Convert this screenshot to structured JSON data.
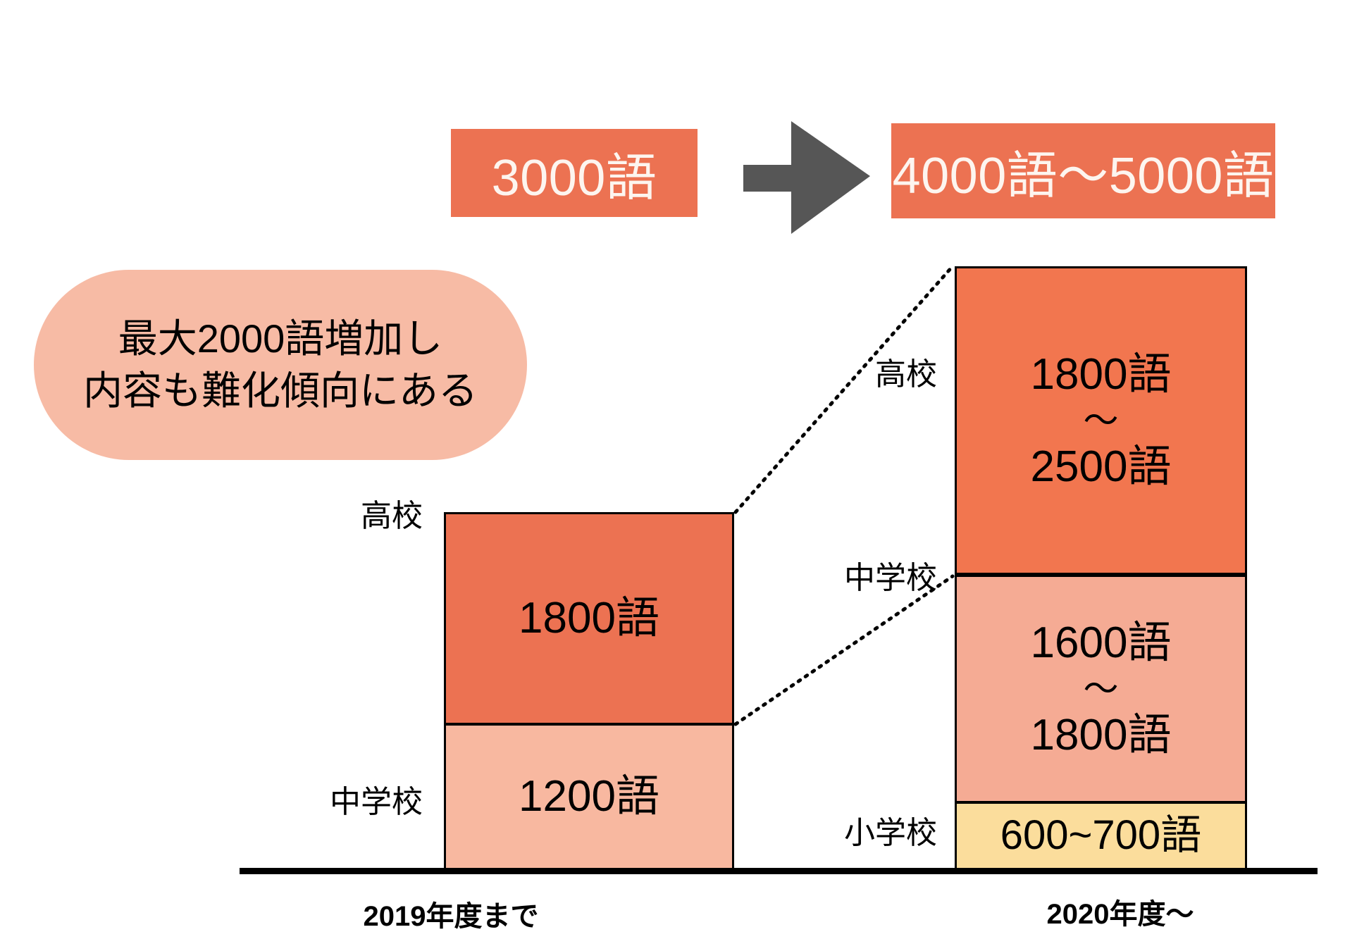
{
  "summary": {
    "before_label": "3000語",
    "after_label": "4000語〜5000語",
    "arrow_icon": "right-arrow-icon"
  },
  "callout": {
    "line1": "最大2000語増加し",
    "line2": "内容も難化傾向にある"
  },
  "colors": {
    "high_school_old": "#ec7252",
    "junior_high_old": "#f8b8a0",
    "high_school_new": "#f2764f",
    "junior_high_new": "#f5ab94",
    "elementary_new": "#fbdd9c",
    "callout_bg": "#f7bba5",
    "banner_bg": "#ec7252",
    "arrow": "#565656",
    "outline": "#000000"
  },
  "chart_data": {
    "type": "bar",
    "title": "",
    "xlabel": "",
    "ylabel": "",
    "categories": [
      "2019年度まで",
      "2020年度〜"
    ],
    "stack_order_bottom_to_top": [
      "小学校",
      "中学校",
      "高校"
    ],
    "series": [
      {
        "name": "小学校",
        "label": "小学校",
        "values": [
          null,
          650
        ],
        "ranges": [
          null,
          [
            600,
            700
          ]
        ],
        "display": [
          null,
          "600~700語"
        ]
      },
      {
        "name": "中学校",
        "label": "中学校",
        "values": [
          1200,
          1700
        ],
        "ranges": [
          [
            1200,
            1200
          ],
          [
            1600,
            1800
          ]
        ],
        "display": [
          "1200語",
          "1600語 ~ 1800語"
        ]
      },
      {
        "name": "高校",
        "label": "高校",
        "values": [
          1800,
          2150
        ],
        "ranges": [
          [
            1800,
            1800
          ],
          [
            1800,
            2500
          ]
        ],
        "display": [
          "1800語",
          "1800語 ~ 2500語"
        ]
      }
    ],
    "totals_display": [
      "3000語",
      "4000語〜5000語"
    ],
    "grid": false,
    "legend": "none"
  },
  "bars": {
    "old": {
      "axis_label": "2019年度まで",
      "high_school": {
        "cat": "高校",
        "value": "1800語"
      },
      "junior_high": {
        "cat": "中学校",
        "value": "1200語"
      }
    },
    "new": {
      "axis_label": "2020年度〜",
      "high_school": {
        "cat": "高校",
        "v1": "1800語",
        "tilde": "～",
        "v2": "2500語"
      },
      "junior_high": {
        "cat": "中学校",
        "v1": "1600語",
        "tilde": "～",
        "v2": "1800語"
      },
      "elementary": {
        "cat": "小学校",
        "value": "600~700語"
      }
    }
  }
}
